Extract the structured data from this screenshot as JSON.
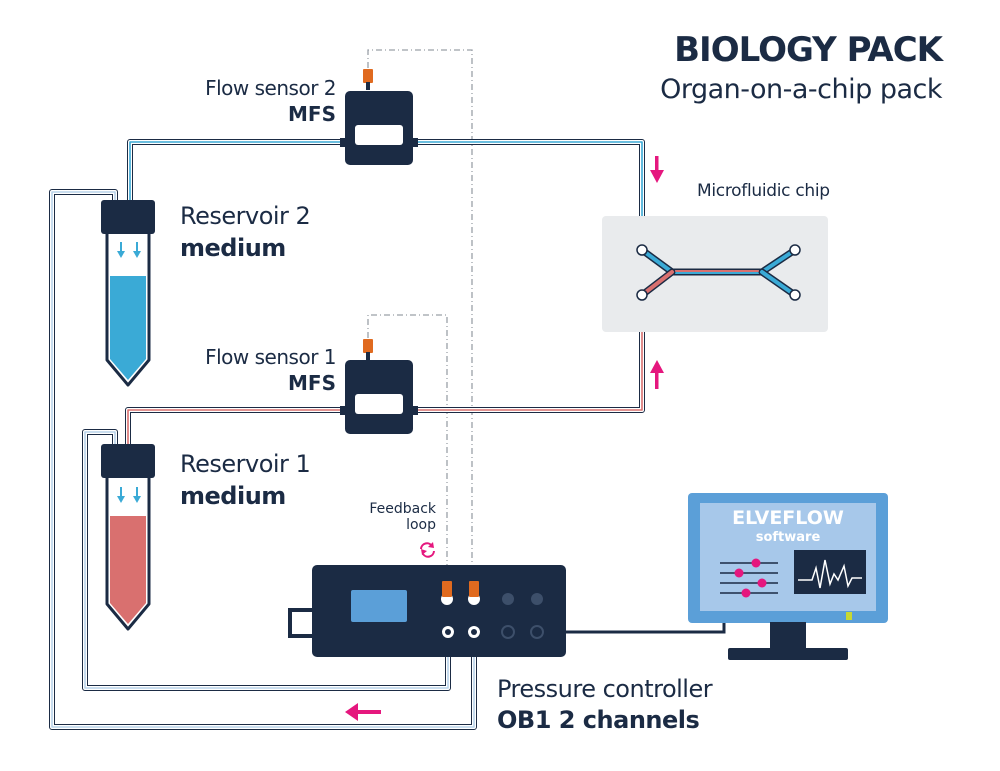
{
  "header": {
    "title": "BIOLOGY PACK",
    "subtitle": "Organ-on-a-chip pack"
  },
  "flow_sensor_2": {
    "name": "Flow sensor 2",
    "model": "MFS"
  },
  "flow_sensor_1": {
    "name": "Flow sensor 1",
    "model": "MFS"
  },
  "reservoir_2": {
    "name": "Reservoir 2",
    "content": "medium"
  },
  "reservoir_1": {
    "name": "Reservoir 1",
    "content": "medium"
  },
  "chip": {
    "label": "Microfluidic chip"
  },
  "feedback": {
    "line1": "Feedback",
    "line2": "loop"
  },
  "pressure_controller": {
    "name": "Pressure controller",
    "model": "OB1 2 channels"
  },
  "monitor": {
    "title": "ELVEFLOW",
    "subtitle": "software"
  },
  "colors": {
    "navy": "#1b2b44",
    "blue_medium": "#3aaad6",
    "red_medium": "#d9706f",
    "arrow_magenta": "#e5177e",
    "sensor_orange": "#e06a1f",
    "screen_blue": "#5b9fd8",
    "chip_bg": "#e9ebed"
  }
}
